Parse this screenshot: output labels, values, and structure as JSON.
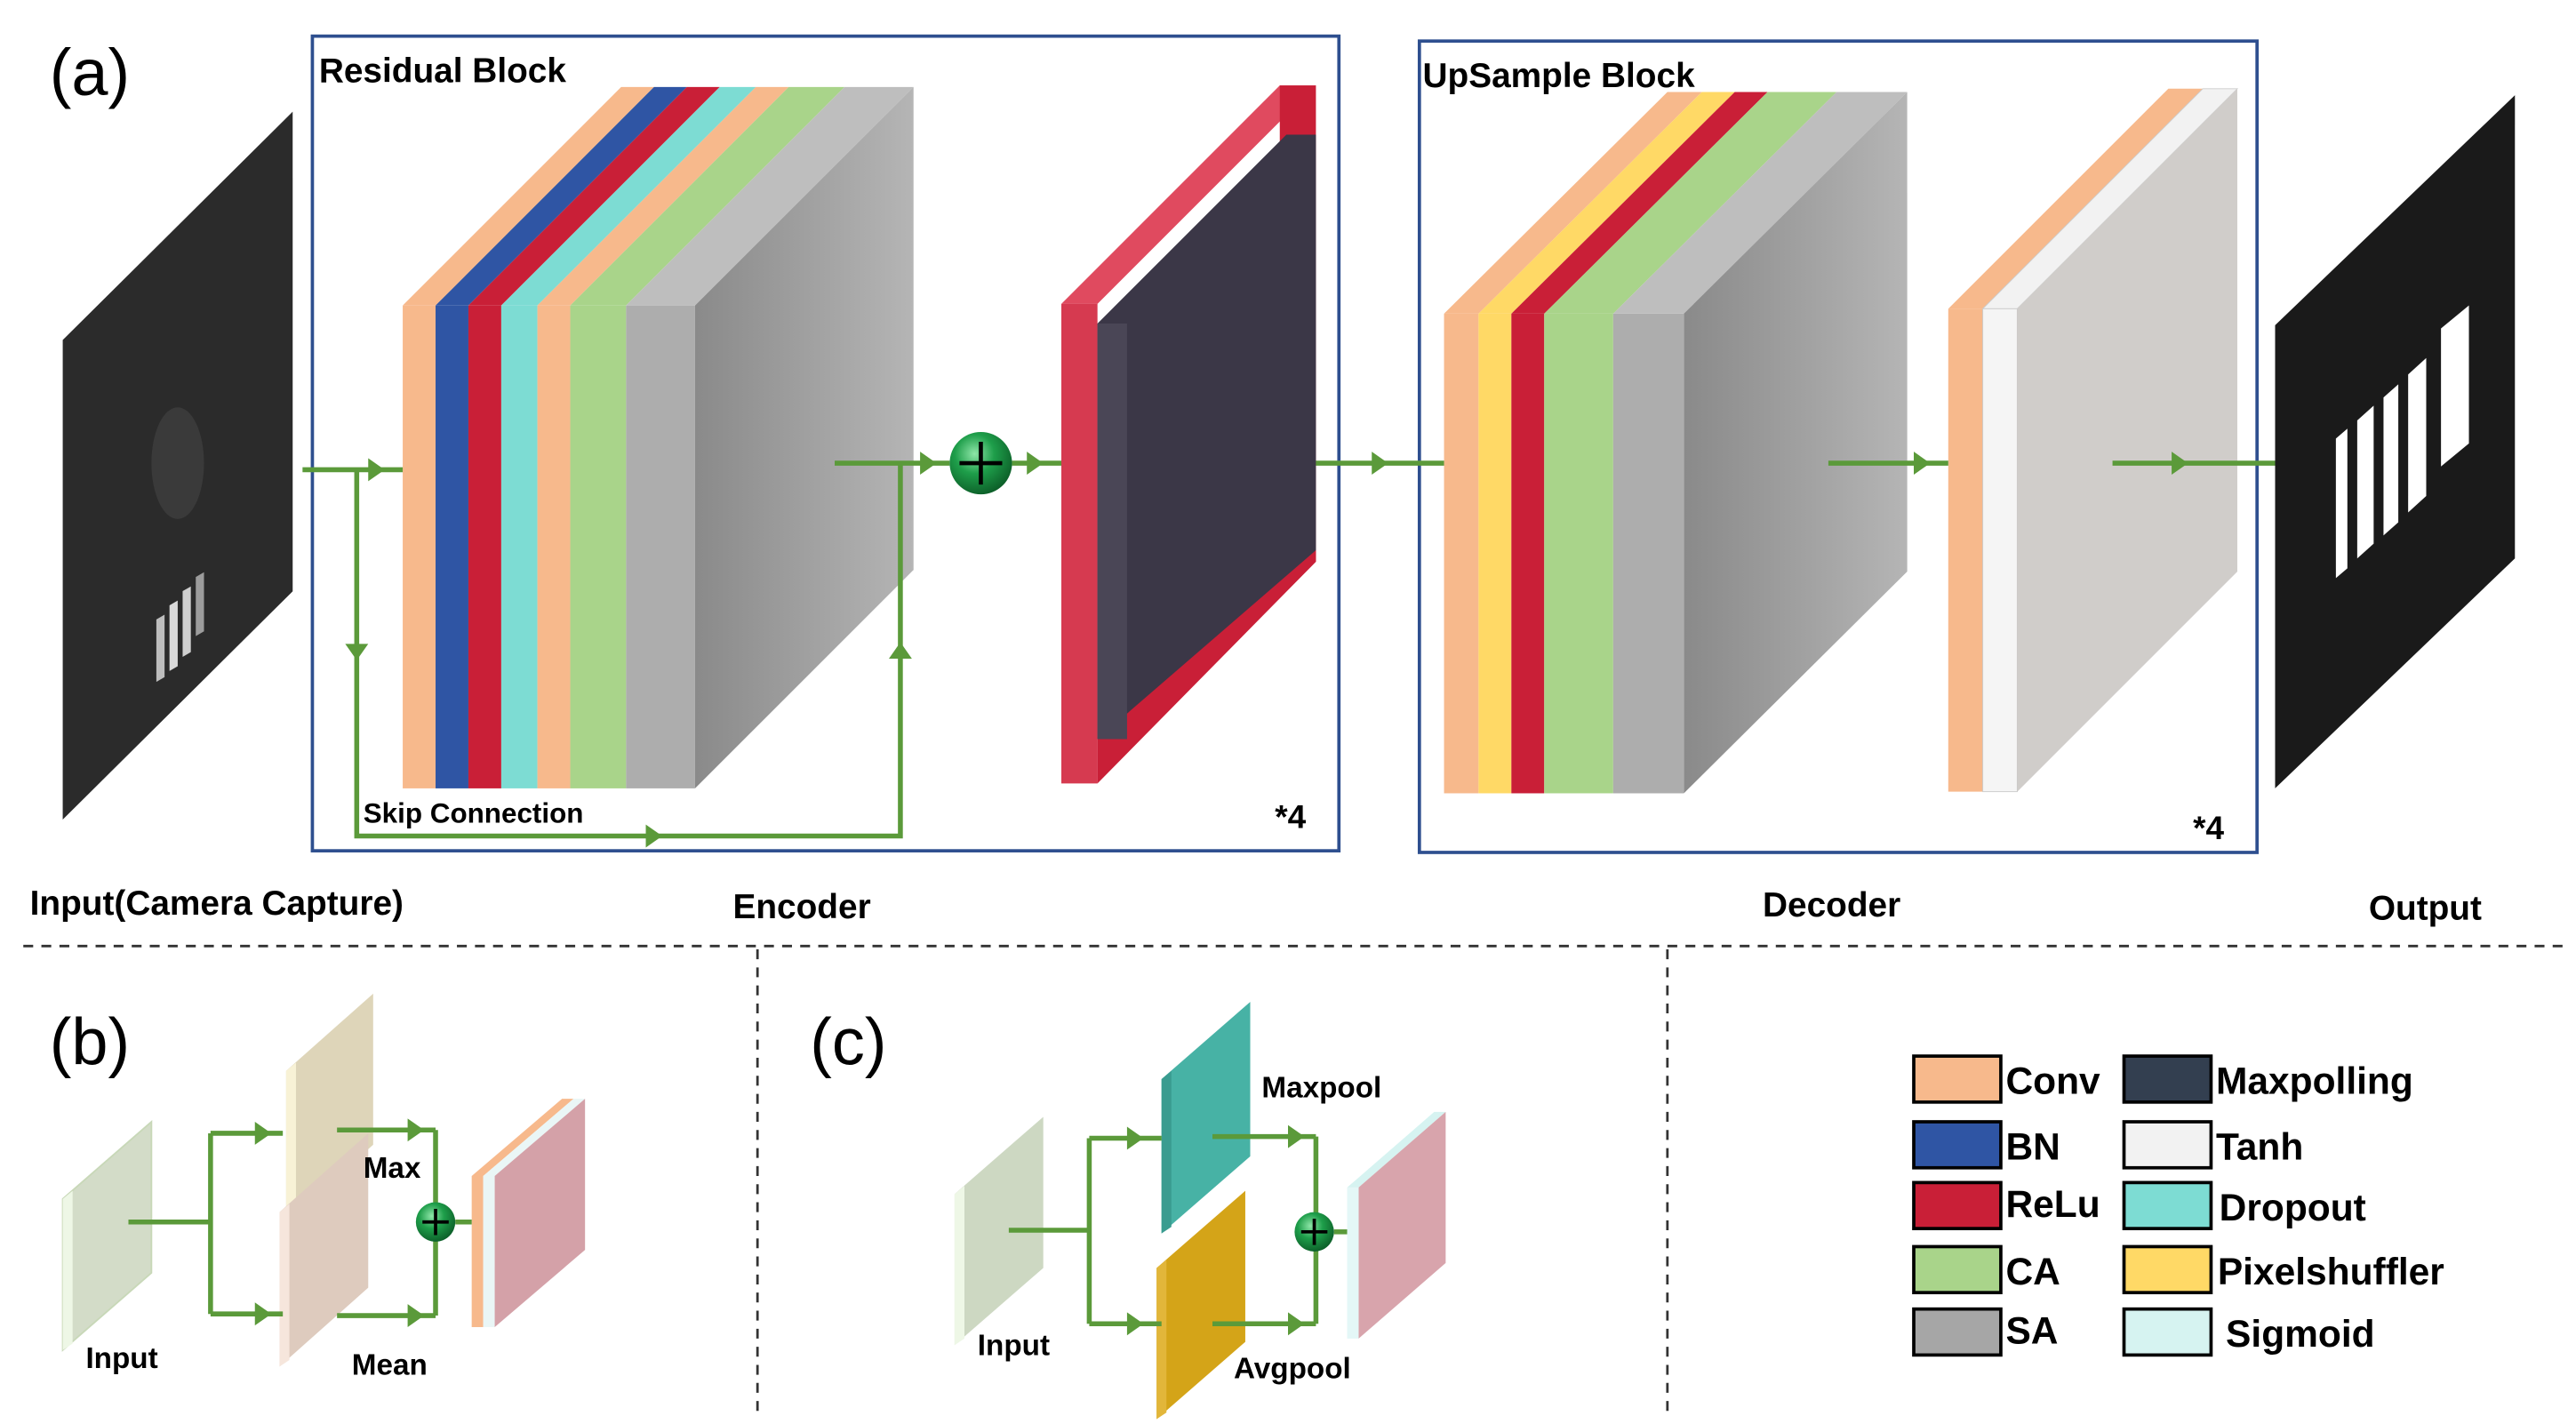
{
  "panels": {
    "a": "(a)",
    "b": "(b)",
    "c": "(c)"
  },
  "panel_a": {
    "residual_block_title": "Residual Block",
    "upsample_block_title": "UpSample Block",
    "skip_connection": "Skip Connection",
    "repeat_residual": "*4",
    "repeat_upsample": "*4",
    "input_caption": "Input(Camera Capture)",
    "encoder_caption": "Encoder",
    "decoder_caption": "Decoder",
    "output_caption": "Output"
  },
  "panel_b": {
    "input": "Input",
    "max": "Max",
    "mean": "Mean"
  },
  "panel_c": {
    "input": "Input",
    "maxpool": "Maxpool",
    "avgpool": "Avgpool"
  },
  "legend": [
    {
      "label": "Conv",
      "color": "#F7B98C"
    },
    {
      "label": "BN",
      "color": "#2F55A4"
    },
    {
      "label": "ReLu",
      "color": "#C91F37"
    },
    {
      "label": "CA",
      "color": "#A9D48A"
    },
    {
      "label": "SA",
      "color": "#A6A6A6"
    },
    {
      "label": "Maxpolling",
      "color": "#333F50"
    },
    {
      "label": "Tanh",
      "color": "#F2F2F2"
    },
    {
      "label": "Dropout",
      "color": "#7DDCD3"
    },
    {
      "label": "Pixelshuffler",
      "color": "#FFD966"
    },
    {
      "label": "Sigmoid",
      "color": "#D6F3F1"
    }
  ],
  "colors": {
    "arrow": "#5B9A3A",
    "block_border": "#2E4F8F",
    "adder": "#1E9E4A"
  }
}
